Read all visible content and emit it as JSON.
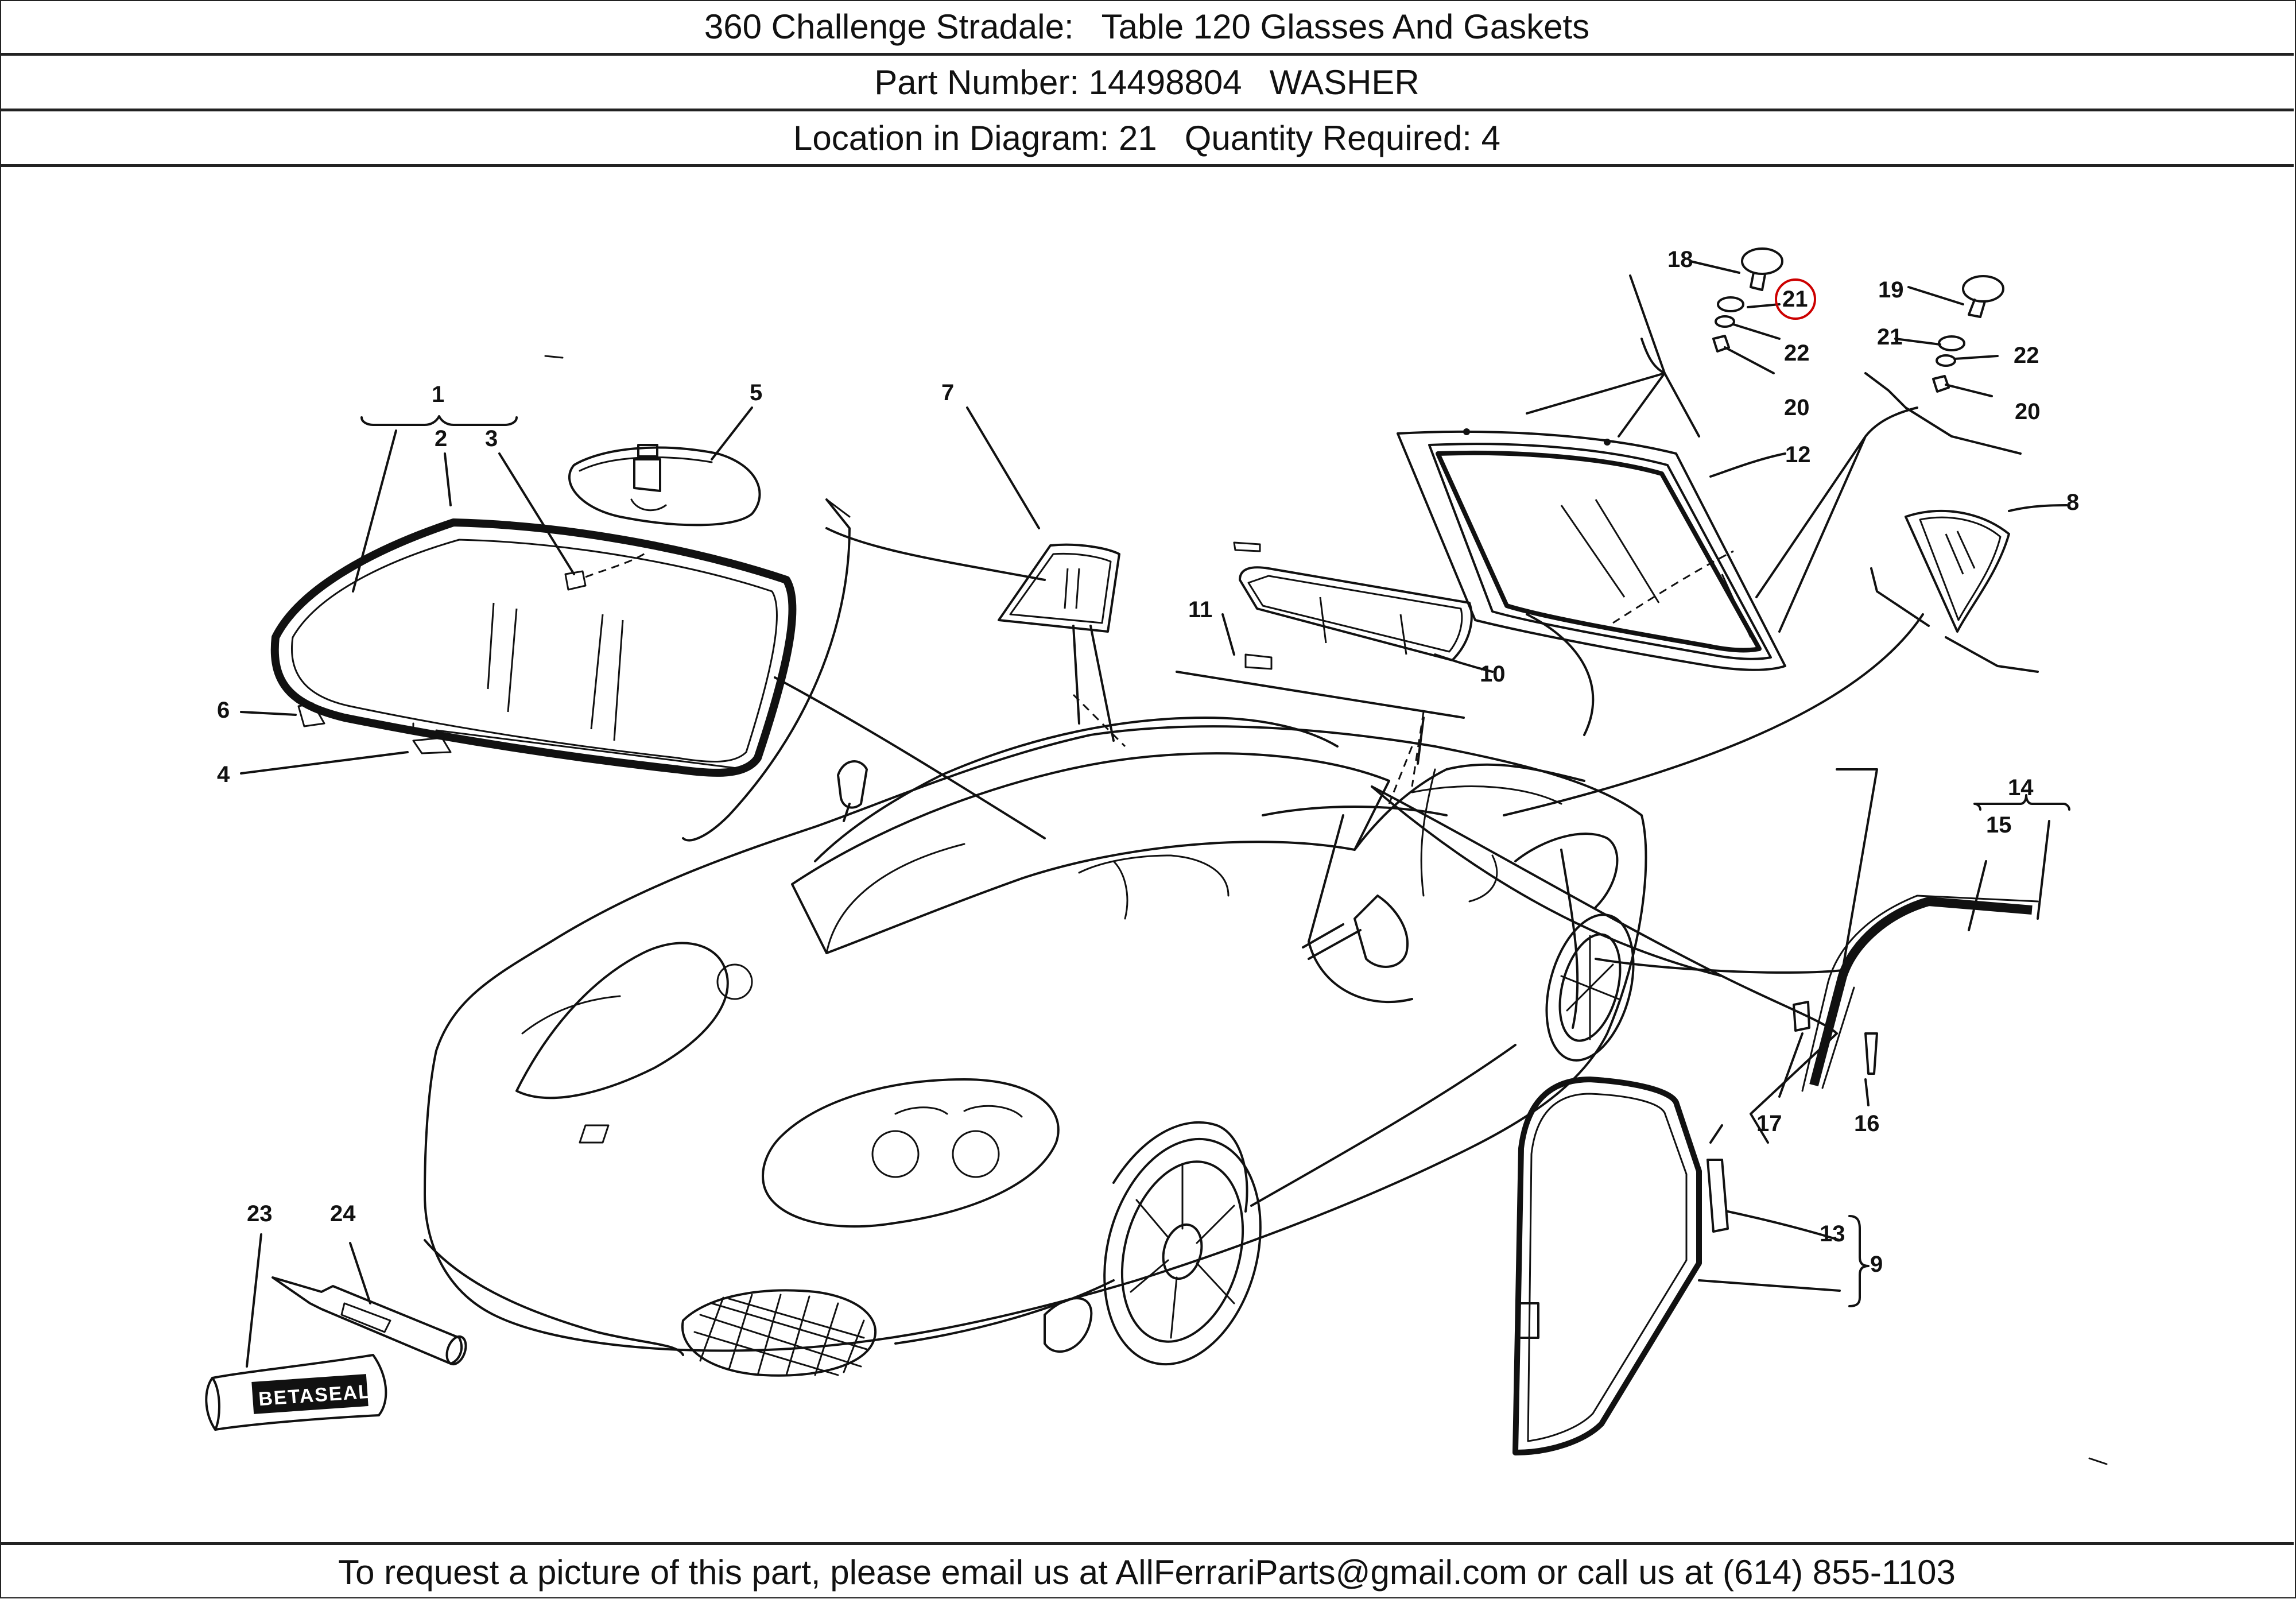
{
  "header": {
    "model": "360 Challenge Stradale:",
    "table": "Table 120 Glasses And Gaskets",
    "part_number_label": "Part Number: 14498804",
    "part_name": "WASHER",
    "location_label": "Location in Diagram: 21",
    "quantity_label": "Quantity Required: 4"
  },
  "callouts": {
    "c1": "1",
    "c2": "2",
    "c3": "3",
    "c4": "4",
    "c5": "5",
    "c6": "6",
    "c7": "7",
    "c8": "8",
    "c9": "9",
    "c10": "10",
    "c11": "11",
    "c12": "12",
    "c13": "13",
    "c14": "14",
    "c15": "15",
    "c16": "16",
    "c17": "17",
    "c18": "18",
    "c19": "19",
    "c20a": "20",
    "c20b": "20",
    "c21a": "21",
    "c21b": "21",
    "c22a": "22",
    "c22b": "22",
    "c23": "23",
    "c24": "24"
  },
  "sealant_label": "BETASEAL",
  "highlight_color": "#cc0000",
  "footer": {
    "text": "To request a picture of this part, please email us at AllFerrariParts@gmail.com or call us at (614) 855-1103"
  }
}
